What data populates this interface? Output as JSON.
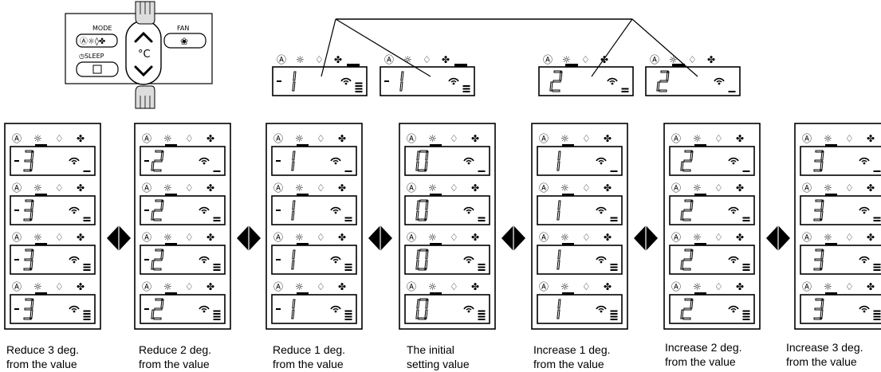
{
  "remote": {
    "mode_label": "MODE",
    "fan_label": "FAN",
    "sleep_label": "◷SLEEP",
    "temp_unit": "°C",
    "mode_icons": "Ⓐ☼◊✤"
  },
  "mode_icons": [
    "Ⓐ",
    "☼",
    "♢",
    "✤"
  ],
  "top_displays": [
    {
      "sign": "-",
      "digit": "1",
      "fan_level": 4
    },
    {
      "sign": "-",
      "digit": "1",
      "fan_level": 3
    },
    {
      "sign": "",
      "digit": "2",
      "fan_level": 2
    },
    {
      "sign": "",
      "digit": "2",
      "fan_level": 1
    }
  ],
  "groups": [
    {
      "sign": "-",
      "digit": "3",
      "caption": [
        "Reduce 3 deg.",
        "from the value"
      ]
    },
    {
      "sign": "-",
      "digit": "2",
      "caption": [
        "Reduce 2 deg.",
        "from the value"
      ]
    },
    {
      "sign": "-",
      "digit": "1",
      "caption": [
        "Reduce 1 deg.",
        "from the value"
      ]
    },
    {
      "sign": "",
      "digit": "0",
      "caption": [
        "The initial",
        "setting value"
      ]
    },
    {
      "sign": "",
      "digit": "1",
      "caption": [
        "Increase 1 deg.",
        "from the value"
      ]
    },
    {
      "sign": "",
      "digit": "2",
      "caption": [
        "Increase 2 deg.",
        "from the value"
      ]
    },
    {
      "sign": "",
      "digit": "3",
      "caption": [
        "Increase 3 deg.",
        "from the value"
      ]
    }
  ],
  "fan_levels_per_group": [
    1,
    2,
    3,
    4
  ]
}
